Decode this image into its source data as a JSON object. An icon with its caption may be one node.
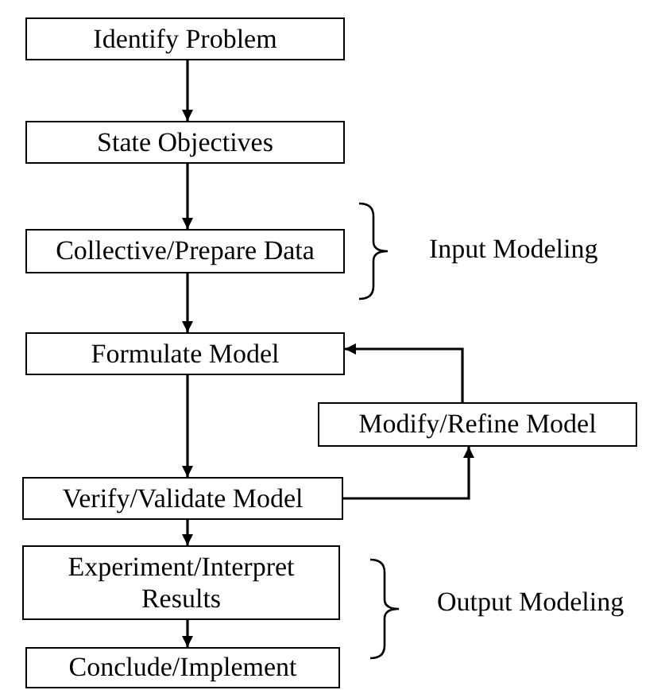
{
  "diagram": {
    "nodes": [
      {
        "text": [
          "Identify Problem"
        ]
      },
      {
        "text": [
          "State Objectives"
        ]
      },
      {
        "text": [
          "Collective/Prepare Data"
        ]
      },
      {
        "text": [
          "Formulate Model"
        ]
      },
      {
        "text": [
          "Modify/Refine Model"
        ]
      },
      {
        "text": [
          "Verify/Validate Model"
        ]
      },
      {
        "text": [
          "Experiment/Interpret Results"
        ]
      },
      {
        "text": [
          "Conclude/Implement"
        ]
      }
    ],
    "edges": [
      {
        "from": 0,
        "to": 1,
        "arrow": "to"
      },
      {
        "from": 1,
        "to": 2,
        "arrow": "to"
      },
      {
        "from": 2,
        "to": 3,
        "arrow": "to"
      },
      {
        "from": 3,
        "to": 5,
        "arrow": "to"
      },
      {
        "from": 5,
        "to": 4,
        "arrow": "to"
      },
      {
        "from": 4,
        "to": 3,
        "arrow": "to"
      },
      {
        "from": 5,
        "to": 6,
        "arrow": "to"
      },
      {
        "from": 6,
        "to": 7,
        "arrow": "to"
      }
    ],
    "labels": [
      "Input Modeling",
      "Output Modeling"
    ]
  }
}
